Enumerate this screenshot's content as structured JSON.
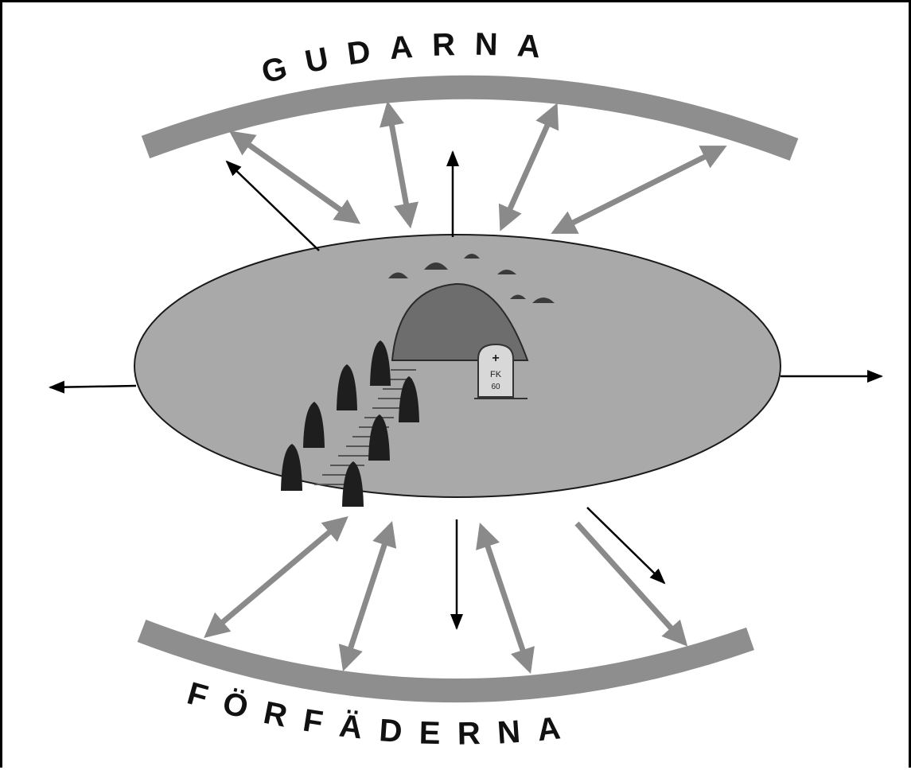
{
  "labels": {
    "top": "GUDARNA",
    "bottom": "FÖRFÄDERNA"
  },
  "gravestone_text": {
    "cross": "+",
    "line1": "FK",
    "line2": "60"
  },
  "colors": {
    "band": "#8e8e8e",
    "disc": "#a9a9a9",
    "disc_stroke": "#1a1a1a",
    "mound": "#6d6d6d",
    "grey_arrow": "#8a8a8a",
    "black_arrow": "#000000",
    "standing_stone": "#1e1e1e",
    "gravestone": "#d8d8d8"
  },
  "icons": {
    "mound": "burial-mound-icon",
    "gravestone": "gravestone-icon",
    "stone": "standing-stone-icon",
    "path": "stone-path-icon",
    "hills": "hill-icon"
  }
}
